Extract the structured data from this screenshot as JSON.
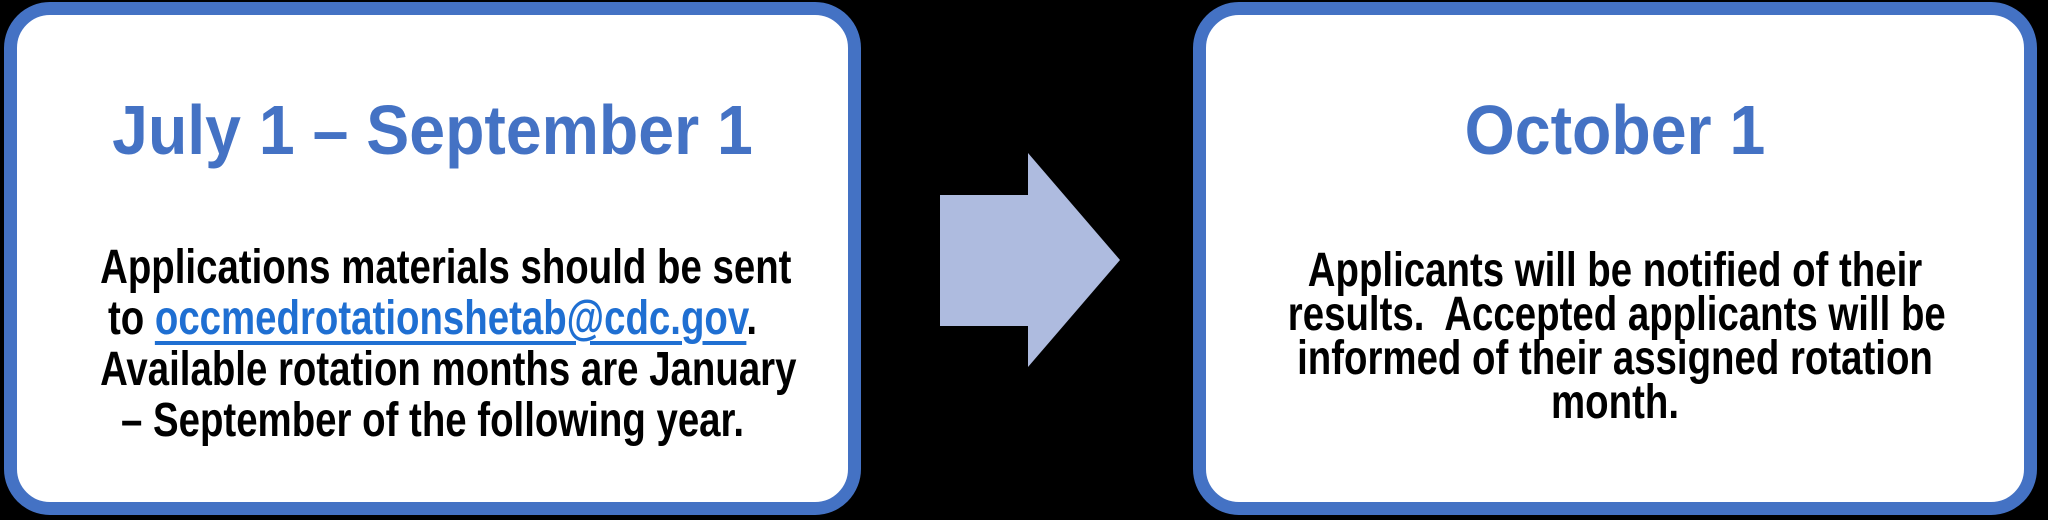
{
  "colors": {
    "background": "#000000",
    "card_background": "#FFFFFF",
    "card_border_blue": "#4472C4",
    "title_blue": "#4472C4",
    "body_text_black": "#000000",
    "link_blue": "#1F6FD2",
    "arrow_fill": "#AEBBDF"
  },
  "left_card": {
    "title": "July 1 – September 1",
    "body_line1": "Applications materials should be sent",
    "body_line2_prefix": "to ",
    "email_link": "occmedrotationshetab@cdc.gov",
    "body_line2_suffix": ".",
    "body_line3": "Available rotation months are January",
    "body_line4": "– September of the following year."
  },
  "arrow": {
    "icon": "arrow-right-icon"
  },
  "right_card": {
    "title": "October 1",
    "body_line1": "Applicants will be notified of their",
    "body_line2": "results.  Accepted applicants will be",
    "body_line3": "informed of their assigned rotation",
    "body_line4": "month."
  }
}
